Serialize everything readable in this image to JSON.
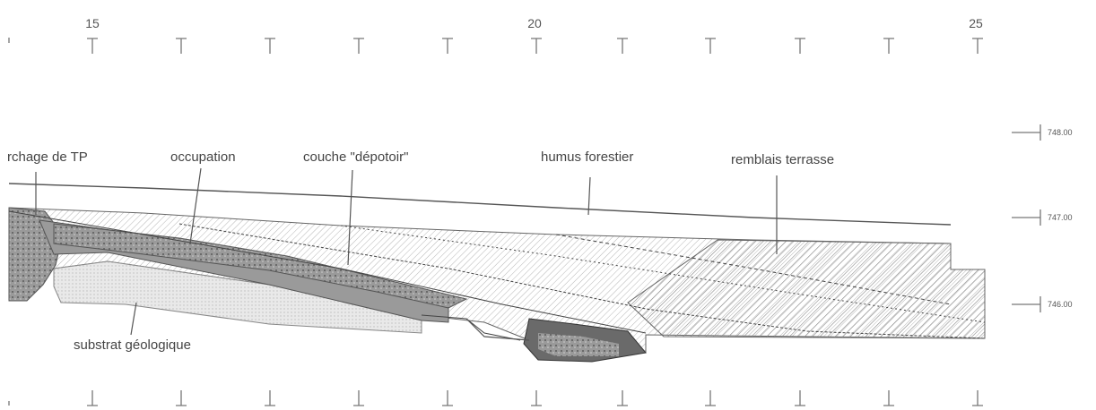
{
  "grid_top": [
    "15",
    "20",
    "25"
  ],
  "elevations": [
    "748.00",
    "747.00",
    "746.00"
  ],
  "labels": {
    "creusement": "rchage de TP",
    "occupation": "occupation",
    "couche": "couche \"dépotoir\"",
    "humus": "humus forestier",
    "remblais": "remblais terrasse",
    "substrat": "substrat géologique"
  },
  "colors": {
    "terrace_hatch": "#8a8a8a",
    "substrate": "#e6e6e6",
    "occupation_fill": "#9a9a9a",
    "dark_fill": "#555555"
  }
}
